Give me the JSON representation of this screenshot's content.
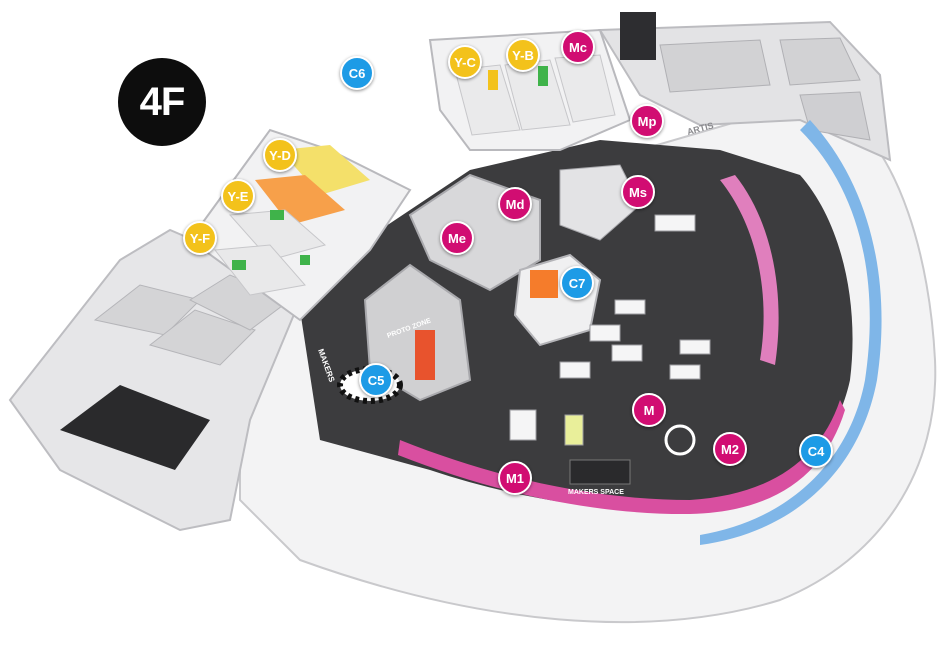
{
  "floor": {
    "label": "4F"
  },
  "colors": {
    "yellow": "#f3c21b",
    "magenta": "#d10d72",
    "blue": "#1d9be6",
    "floor_dark": "#3c3c3e",
    "wall": "#e9e9ea"
  },
  "markers": [
    {
      "id": "C6",
      "label": "C6",
      "color": "blue"
    },
    {
      "id": "Y-C",
      "label": "Y-C",
      "color": "yellow"
    },
    {
      "id": "Y-B",
      "label": "Y-B",
      "color": "yellow"
    },
    {
      "id": "Mc",
      "label": "Mc",
      "color": "magenta"
    },
    {
      "id": "Mp",
      "label": "Mp",
      "color": "magenta"
    },
    {
      "id": "Y-D",
      "label": "Y-D",
      "color": "yellow"
    },
    {
      "id": "Y-E",
      "label": "Y-E",
      "color": "yellow"
    },
    {
      "id": "Y-F",
      "label": "Y-F",
      "color": "yellow"
    },
    {
      "id": "Md",
      "label": "Md",
      "color": "magenta"
    },
    {
      "id": "Ms",
      "label": "Ms",
      "color": "magenta"
    },
    {
      "id": "Me",
      "label": "Me",
      "color": "magenta"
    },
    {
      "id": "C7",
      "label": "C7",
      "color": "blue"
    },
    {
      "id": "C5",
      "label": "C5",
      "color": "blue"
    },
    {
      "id": "M",
      "label": "M",
      "color": "magenta"
    },
    {
      "id": "M2",
      "label": "M2",
      "color": "magenta"
    },
    {
      "id": "C4",
      "label": "C4",
      "color": "blue"
    },
    {
      "id": "M1",
      "label": "M1",
      "color": "magenta"
    }
  ],
  "signs": {
    "makers_wall": "MAKERS",
    "proto_zone": "PROTO ZONE",
    "makers_space": "MAKERS SPACE",
    "artis": "ARTIS"
  }
}
